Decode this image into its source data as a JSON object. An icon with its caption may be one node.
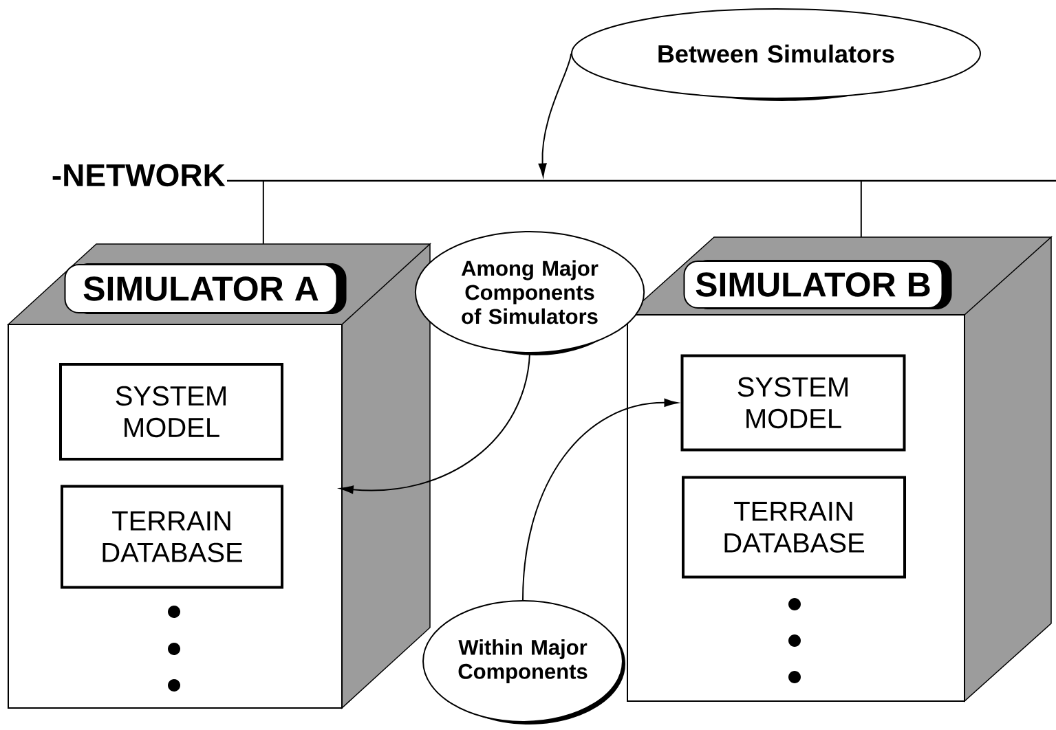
{
  "diagram": {
    "nodes": [
      {
        "text": [
          "Between Simulators"
        ]
      },
      {
        "text": [
          "-NETWORK"
        ]
      },
      {
        "text": [
          "SIMULATOR  A"
        ]
      },
      {
        "text": [
          "SYSTEM MODEL"
        ],
        "in": 2
      },
      {
        "text": [
          "TERRAIN DATABASE"
        ],
        "in": 2
      },
      {
        "text": [
          "SIMULATOR B"
        ]
      },
      {
        "text": [
          "SYSTEM MODEL"
        ],
        "in": 5
      },
      {
        "text": [
          "TERRAIN DATABASE"
        ],
        "in": 5
      },
      {
        "text": [
          "Among Major Components of Simulators"
        ]
      },
      {
        "text": [
          "Within Major Components"
        ]
      }
    ],
    "edges": [
      {
        "from": 0,
        "to": 1,
        "arrow": "to"
      },
      {
        "from": 1,
        "to": 2,
        "arrow": "none"
      },
      {
        "from": 1,
        "to": 5,
        "arrow": "none"
      },
      {
        "from": 8,
        "to": 2,
        "arrow": "to"
      },
      {
        "from": 9,
        "to": 6,
        "arrow": "to"
      }
    ]
  }
}
